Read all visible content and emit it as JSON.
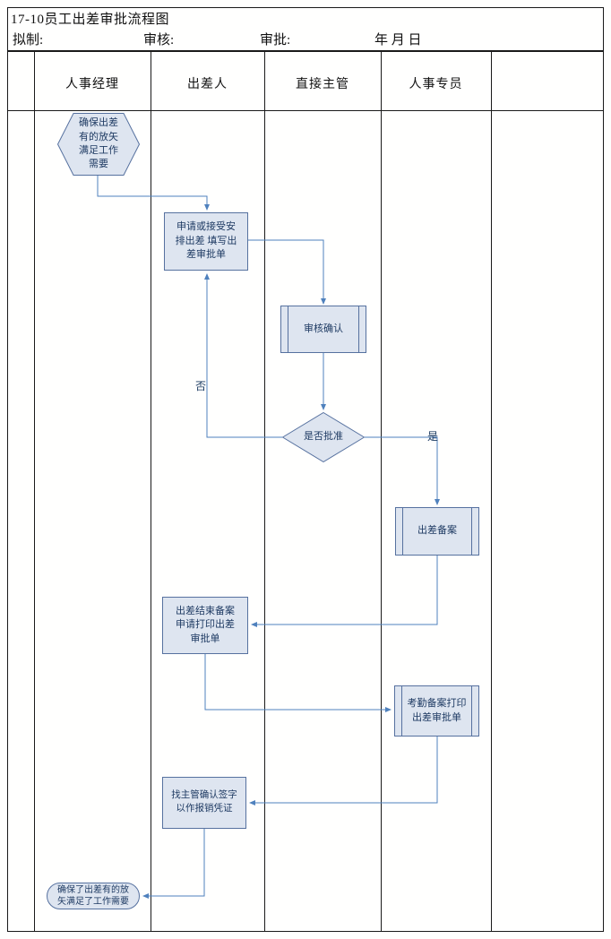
{
  "title": "17-10员工出差审批流程图",
  "meta": {
    "drafted": "拟制:",
    "review": "审核:",
    "approve": "审批:",
    "date": "年 月 日"
  },
  "lanes": [
    "人事经理",
    "出差人",
    "直接主管",
    "人事专员"
  ],
  "nodes": {
    "start": {
      "type": "hexagon",
      "text": "确保出差有的放矢满足工作需要"
    },
    "apply": {
      "type": "process",
      "text": "申请或接受安排出差 填写出差审批单"
    },
    "check": {
      "type": "predefined",
      "text": "审核确认"
    },
    "decision": {
      "type": "decision",
      "text": "是否批准"
    },
    "filing": {
      "type": "predefined",
      "text": "出差备案"
    },
    "end_filing": {
      "type": "process",
      "text": "出差结束备案申请打印出差审批单"
    },
    "attendance": {
      "type": "predefined",
      "text": "考勤备案打印出差审批单"
    },
    "sign": {
      "type": "process",
      "text": "找主管确认签字以作报销凭证"
    },
    "end": {
      "type": "terminator",
      "text": "确保了出差有的放矢满足了工作需要"
    }
  },
  "edge_labels": {
    "no": "否",
    "yes": "是"
  },
  "colors": {
    "node_fill": "#dee5f0",
    "node_border": "#56719f",
    "node_text": "#1f3b63",
    "connector": "#4f81bd",
    "grid": "#1a1a1a"
  }
}
